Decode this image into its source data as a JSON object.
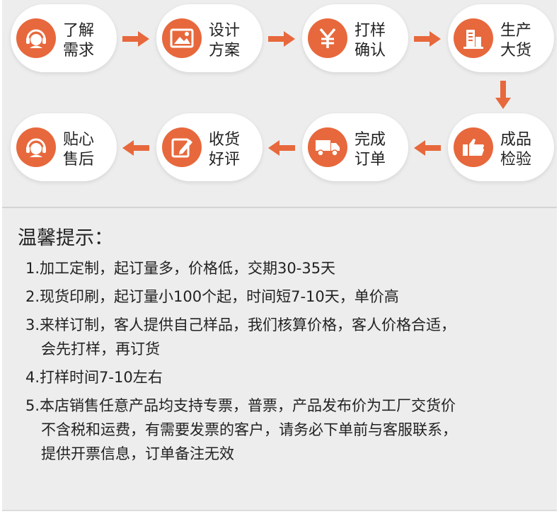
{
  "flow": {
    "row1": [
      {
        "label": "了解\n需求",
        "icon": "customer-service-icon"
      },
      {
        "label": "设计\n方案",
        "icon": "image-icon"
      },
      {
        "label": "打样\n确认",
        "icon": "yen-icon"
      },
      {
        "label": "生产\n大货",
        "icon": "factory-icon"
      }
    ],
    "row2": [
      {
        "label": "贴心\n售后",
        "icon": "customer-service-icon"
      },
      {
        "label": "收货\n好评",
        "icon": "edit-icon"
      },
      {
        "label": "完成\n订单",
        "icon": "truck-icon"
      },
      {
        "label": "成品\n检验",
        "icon": "thumb-icon"
      }
    ]
  },
  "tips": {
    "title": "温馨提示：",
    "items": [
      {
        "line1": "1.加工定制，起订量多，价格低，交期30-35天"
      },
      {
        "line1": "2.现货印刷，起订量小100个起，时间短7-10天，单价高"
      },
      {
        "line1": "3.来样订制，客人提供自己样品，我们核算价格，客人价格合适，",
        "line2": "会先打样，再订货"
      },
      {
        "line1": "4.打样时间7-10左右"
      },
      {
        "line1": "5.本店销售任意产品均支持专票，普票，产品发布价为工厂交货价",
        "line2": "不含税和运费，有需要发票的客户，请务必下单前与客服联系，",
        "line3": "提供开票信息，订单备注无效"
      }
    ]
  },
  "colors": {
    "accent": "#e7683c",
    "panel": "#ededed"
  }
}
